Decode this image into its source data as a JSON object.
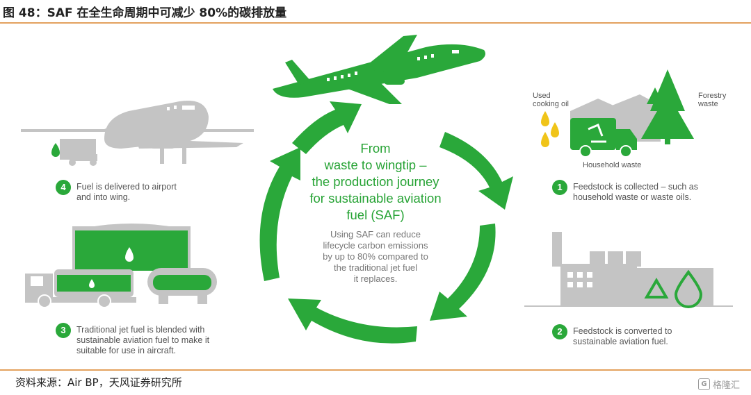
{
  "header": {
    "title": "图 48：SAF 在全生命周期中可减少 80%的碳排放量"
  },
  "footer": {
    "source": "资料来源：Air BP，天风证券研究所",
    "watermark_text": "格隆汇",
    "watermark_logo": "G"
  },
  "colors": {
    "green": "#2aa83a",
    "gray": "#c4c4c4",
    "rule": "#e3a15e"
  },
  "center": {
    "heading": "From\nwaste to wingtip –\nthe production journey\nfor sustainable aviation\nfuel (SAF)",
    "body": "Using SAF can reduce\nlifecycle carbon emissions\nby up to 80% compared to\nthe traditional jet fuel\nit replaces."
  },
  "steps": [
    {
      "number": "1",
      "text": "Feedstock is collected – such as\nhousehold waste or waste oils."
    },
    {
      "number": "2",
      "text": "Feedstock is converted to\nsustainable aviation fuel."
    },
    {
      "number": "3",
      "text": "Traditional jet fuel is blended with\nsustainable aviation fuel to make it\nsuitable for use in aircraft."
    },
    {
      "number": "4",
      "text": "Fuel is delivered to airport\nand into wing."
    }
  ],
  "labels": {
    "used_cooking_oil": "Used\ncooking oil",
    "forestry_waste": "Forestry\nwaste",
    "household_waste": "Household waste"
  },
  "icons": [
    "airplane-icon",
    "tanker-truck-icon",
    "fuel-drop-icon",
    "recycle-icon",
    "factory-icon",
    "tree-icon",
    "garbage-truck-icon",
    "oil-drop-icon"
  ]
}
